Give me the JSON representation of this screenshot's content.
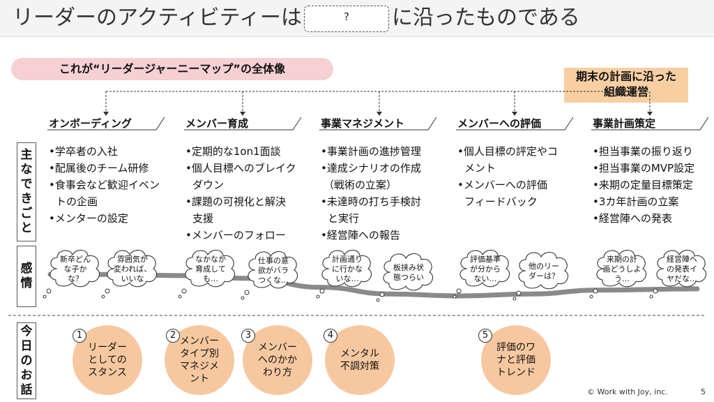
{
  "title": {
    "prefix": "リーダーのアクティビティーは",
    "blank": "?",
    "suffix": "に沿ったものである"
  },
  "journey_label": "これが“リーダージャーニーマップ”の全体像",
  "goal": [
    "期末の計画に沿った",
    "組織運営"
  ],
  "phases": [
    "オンボーディング",
    "メンバー育成",
    "事業マネジメント",
    "メンバーへの評価",
    "事業計画策定"
  ],
  "row_labels": {
    "events": [
      "主",
      "な",
      "で",
      "き",
      "ご",
      "と"
    ],
    "emotions": [
      "感",
      "情"
    ],
    "today": [
      "今",
      "日",
      "の",
      "お",
      "話"
    ]
  },
  "events": [
    [
      "•学卒者の入社",
      "•配属後のチーム研修",
      "•食事会など歓迎イベン",
      "トの企画",
      "•メンターの設定"
    ],
    [
      "•定期的な1on1面談",
      "•個人目標へのブレイク",
      "ダウン",
      "•課題の可視化と解決",
      "支援",
      "•メンバーのフォロー"
    ],
    [
      "•事業計画の進捗管理",
      "•達成シナリオの作成",
      "（戦術の立案）",
      "•未達時の打ち手検討",
      "と実行",
      "•経営陣への報告"
    ],
    [
      "•個人目標の評定やコ",
      "メント",
      "•メンバーへの評価",
      "フィードバック"
    ],
    [
      "•担当事業の振り返り",
      "•担当事業のMVP設定",
      "•来期の定量目標策定",
      "•3カ年計画の立案",
      "•経営陣への発表"
    ]
  ],
  "emotions": [
    [
      "新卒どん",
      "な子か",
      "な？"
    ],
    [
      "雰囲気が",
      "変われば、",
      "いいな"
    ],
    [
      "なかなか",
      "育成して",
      "も…"
    ],
    [
      "仕事の意",
      "欲がバラ",
      "つくな…"
    ],
    [
      "計画通り",
      "に行かな",
      "いな…"
    ],
    [
      "板挟み状",
      "態つらい"
    ],
    [
      "評価基準",
      "が分から",
      "ない…"
    ],
    [
      "他のリー",
      "ダーは？"
    ],
    [
      "来期の計",
      "画どうしよ",
      "う…"
    ],
    [
      "経営陣へ",
      "の発表イ",
      "ヤだな…"
    ]
  ],
  "emotion_curve": [
    {
      "x": 0,
      "mood": 0.55
    },
    {
      "x": 1,
      "mood": 0.55
    },
    {
      "x": 2,
      "mood": 0.52
    },
    {
      "x": 3,
      "mood": 0.45
    },
    {
      "x": 4,
      "mood": 0.22
    },
    {
      "x": 5,
      "mood": 0.05
    },
    {
      "x": 6,
      "mood": 0.0
    },
    {
      "x": 7,
      "mood": 0.05
    },
    {
      "x": 8,
      "mood": 0.15
    },
    {
      "x": 9,
      "mood": 0.18
    }
  ],
  "topics": [
    {
      "num": "1",
      "lines": [
        "リーダー",
        "としての",
        "スタンス"
      ]
    },
    {
      "num": "2",
      "lines": [
        "メンバー",
        "タイプ別",
        "マネジメ",
        "ント"
      ]
    },
    {
      "num": "3",
      "lines": [
        "メンバー",
        "へのかか",
        "わり方"
      ]
    },
    {
      "num": "4",
      "lines": [
        "メンタル",
        "不調対策"
      ]
    },
    {
      "num": "5",
      "lines": [
        "評価のワ",
        "ナと評価",
        "トレンド"
      ]
    }
  ],
  "footer": {
    "copyright": "© Work with Joy, inc.",
    "page": "5"
  },
  "colors": {
    "pill": "#f6d0d3",
    "goal": "#f7cfa3",
    "topic": "#f7c8a0",
    "curve": "#8a8a8a"
  }
}
